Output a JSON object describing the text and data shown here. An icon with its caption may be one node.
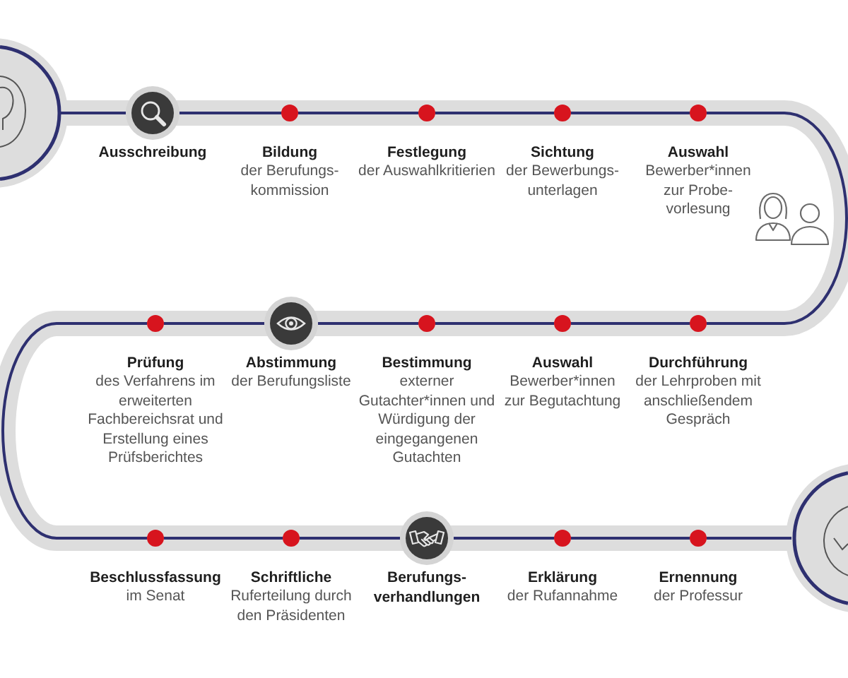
{
  "diagram": {
    "nodes": [
      {
        "text": [],
        "shape": "circle"
      },
      {
        "text": [
          "Ausschreibung"
        ]
      },
      {
        "text": [
          "Bildung",
          "der Berufungs- kommission"
        ]
      },
      {
        "text": [
          "Festlegung",
          "der Auswahlkritierien"
        ]
      },
      {
        "text": [
          "Sichtung",
          "der Bewerbungs- unterlagen"
        ]
      },
      {
        "text": [
          "Auswahl",
          "Bewerber*innen zur Probe- vorlesung"
        ]
      },
      {
        "text": [
          "Durchführung",
          "der Lehrproben mit anschließendem Gespräch"
        ]
      },
      {
        "text": [
          "Auswahl",
          "Bewerber*innen zur Begutachtung"
        ]
      },
      {
        "text": [
          "Bestimmung",
          "externer Gutachter*innen und Würdigung der eingegangenen Gutachten"
        ]
      },
      {
        "text": [
          "Abstimmung",
          "der Berufungsliste"
        ]
      },
      {
        "text": [
          "Prüfung",
          "des Verfahrens im erweiterten Fachbereichsrat und Erstellung eines Prüfsberichtes"
        ]
      },
      {
        "text": [
          "Beschlussfassung",
          "im Senat"
        ]
      },
      {
        "text": [
          "Schriftliche",
          "Ruferteilung durch den Präsidenten"
        ]
      },
      {
        "text": [
          "Berufungs- verhandlungen"
        ]
      },
      {
        "text": [
          "Erklärung",
          "der Rufannahme"
        ]
      },
      {
        "text": [
          "Ernennung",
          "der Professur"
        ]
      },
      {
        "text": [],
        "shape": "circle"
      }
    ],
    "edges": [
      {
        "from": 0,
        "to": 1,
        "arrow": "none"
      },
      {
        "from": 1,
        "to": 2,
        "arrow": "none"
      },
      {
        "from": 2,
        "to": 3,
        "arrow": "none"
      },
      {
        "from": 3,
        "to": 4,
        "arrow": "none"
      },
      {
        "from": 4,
        "to": 5,
        "arrow": "none"
      },
      {
        "from": 5,
        "to": 6,
        "arrow": "none"
      },
      {
        "from": 6,
        "to": 7,
        "arrow": "none"
      },
      {
        "from": 7,
        "to": 8,
        "arrow": "none"
      },
      {
        "from": 8,
        "to": 9,
        "arrow": "none"
      },
      {
        "from": 9,
        "to": 10,
        "arrow": "none"
      },
      {
        "from": 10,
        "to": 11,
        "arrow": "none"
      },
      {
        "from": 11,
        "to": 12,
        "arrow": "none"
      },
      {
        "from": 12,
        "to": 13,
        "arrow": "none"
      },
      {
        "from": 13,
        "to": 14,
        "arrow": "none"
      },
      {
        "from": 14,
        "to": 15,
        "arrow": "none"
      },
      {
        "from": 15,
        "to": 16,
        "arrow": "none"
      }
    ]
  }
}
